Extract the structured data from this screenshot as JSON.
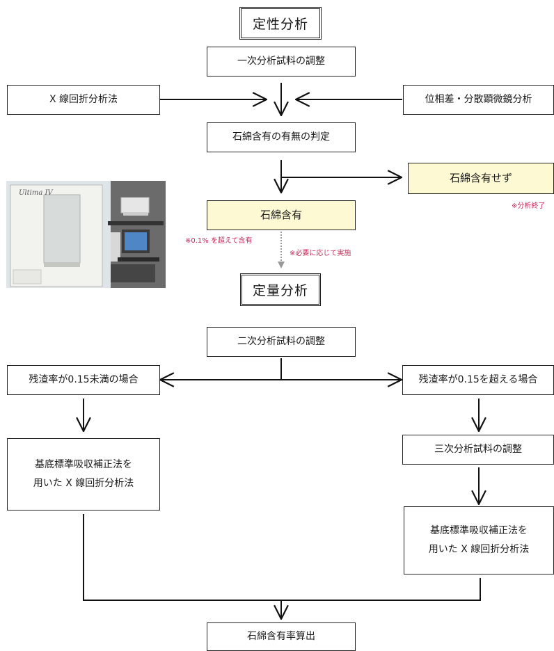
{
  "headings": {
    "qualitative": "定性分析",
    "quantitative": "定量分析"
  },
  "steps": {
    "primary_prep": "一次分析試料の調整",
    "xrd": "X 線回折分析法",
    "phase_contrast": "位相差・分散顕微鏡分析",
    "judgement": "石綿含有の有無の判定",
    "not_contained": "石綿含有せず",
    "contained": "石綿含有",
    "secondary_prep": "二次分析試料の調整",
    "residue_low": "残渣率が0.15未満の場合",
    "residue_high": "残渣率が0.15を超える場合",
    "tertiary_prep": "三次分析試料の調整",
    "method_left_line1": "基底標準吸収補正法を",
    "method_left_line2": "用いた X 線回折分析法",
    "method_right_line1": "基底標準吸収補正法を",
    "method_right_line2": "用いた X 線回折分析法",
    "rate_calc": "石綿含有率算出"
  },
  "notes": {
    "analysis_end": "※分析終了",
    "over_threshold": "※0.1% を超えて含有",
    "as_needed": "※必要に応じて実施"
  },
  "photo": {
    "brand_label": "Ultima IV"
  },
  "colors": {
    "note_text": "#c8285a",
    "highlight_box": "#fdf9d2",
    "line": "#111111",
    "dotted_arrow": "#999999"
  }
}
